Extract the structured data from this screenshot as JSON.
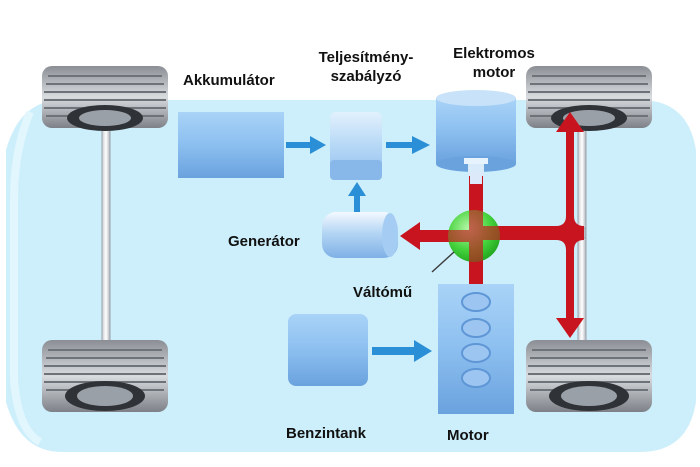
{
  "labels": {
    "battery": "Akkumulátor",
    "power_controller_line1": "Teljesítmény-",
    "power_controller_line2": "szabályzó",
    "electric_motor_line1": "Elektromos",
    "electric_motor_line2": "motor",
    "generator": "Generátor",
    "transmission": "Váltómű",
    "fuel_tank": "Benzintank",
    "engine": "Motor"
  },
  "colors": {
    "background_body": "#cdeffb",
    "component_blue": "#7fb0e6",
    "flow_arrow_blue": "#2a8fd6",
    "power_flow_red": "#c8141e",
    "transmission_green": "#3fd23c",
    "axle_gray": "#d7dbe0"
  },
  "icons": {
    "wheel": "tire-icon",
    "flow": "arrow-icon"
  }
}
